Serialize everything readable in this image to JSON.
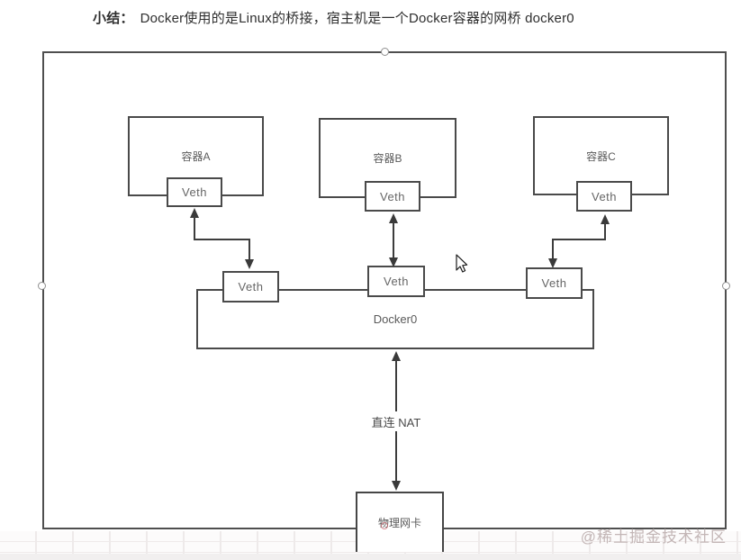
{
  "title": {
    "prefix": "小结：",
    "text": "Docker使用的是Linux的桥接，宿主机是一个Docker容器的网桥 docker0"
  },
  "diagram": {
    "containers": [
      {
        "label": "容器A",
        "veth": "Veth"
      },
      {
        "label": "容器B",
        "veth": "Veth"
      },
      {
        "label": "容器C",
        "veth": "Veth"
      }
    ],
    "bridge": {
      "label": "Docker0",
      "veths": [
        "Veth",
        "Veth",
        "Veth"
      ]
    },
    "nat_label": "直连 NAT",
    "nic_label": "物理网卡"
  },
  "watermark": "@稀土掘金技术社区",
  "icons": {
    "cursor": "arrow-pointer"
  },
  "colors": {
    "line": "#3d3d3d",
    "box_border": "#4a4a4a",
    "text": "#5a5a5a",
    "watermark": "#c3b6b6",
    "handle_border": "#8f8f8f"
  }
}
